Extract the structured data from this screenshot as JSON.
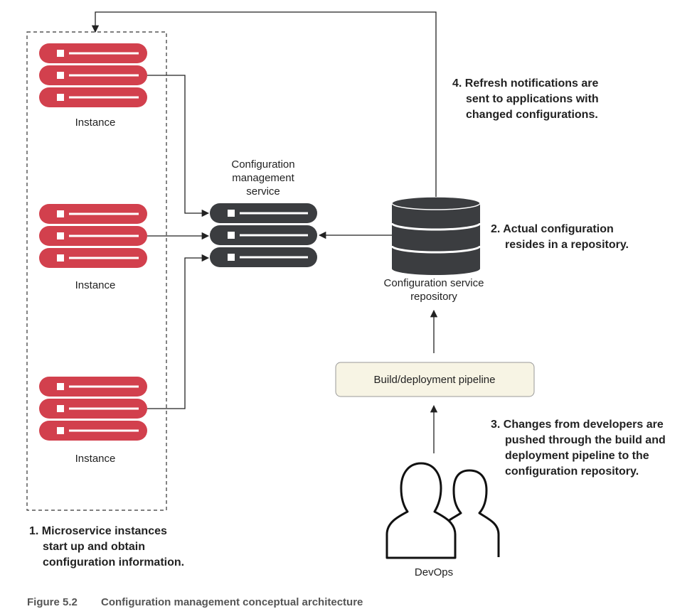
{
  "instances": [
    {
      "label": "Instance"
    },
    {
      "label": "Instance"
    },
    {
      "label": "Instance"
    }
  ],
  "config_service": {
    "label_lines": [
      "Configuration",
      "management",
      "service"
    ]
  },
  "repository": {
    "label_lines": [
      "Configuration service",
      "repository"
    ]
  },
  "pipeline": {
    "label": "Build/deployment pipeline"
  },
  "devops": {
    "label": "DevOps"
  },
  "notes": {
    "step1": [
      "1. Microservice instances",
      "start up and obtain",
      "configuration information."
    ],
    "step2": [
      "2. Actual configuration",
      "resides in a repository."
    ],
    "step3": [
      "3. Changes from developers are",
      "pushed through the build and",
      "deployment pipeline to the",
      "configuration repository."
    ],
    "step4": [
      "4. Refresh notifications are",
      "sent to applications with",
      "changed configurations."
    ]
  },
  "caption": {
    "number": "Figure 5.2",
    "text": "Configuration management conceptual architecture"
  },
  "colors": {
    "instance_server": "#d2404d",
    "config_server": "#3b3d40",
    "repository": "#3b3d40",
    "pipeline_fill": "#f7f4e4",
    "line": "#222222"
  }
}
